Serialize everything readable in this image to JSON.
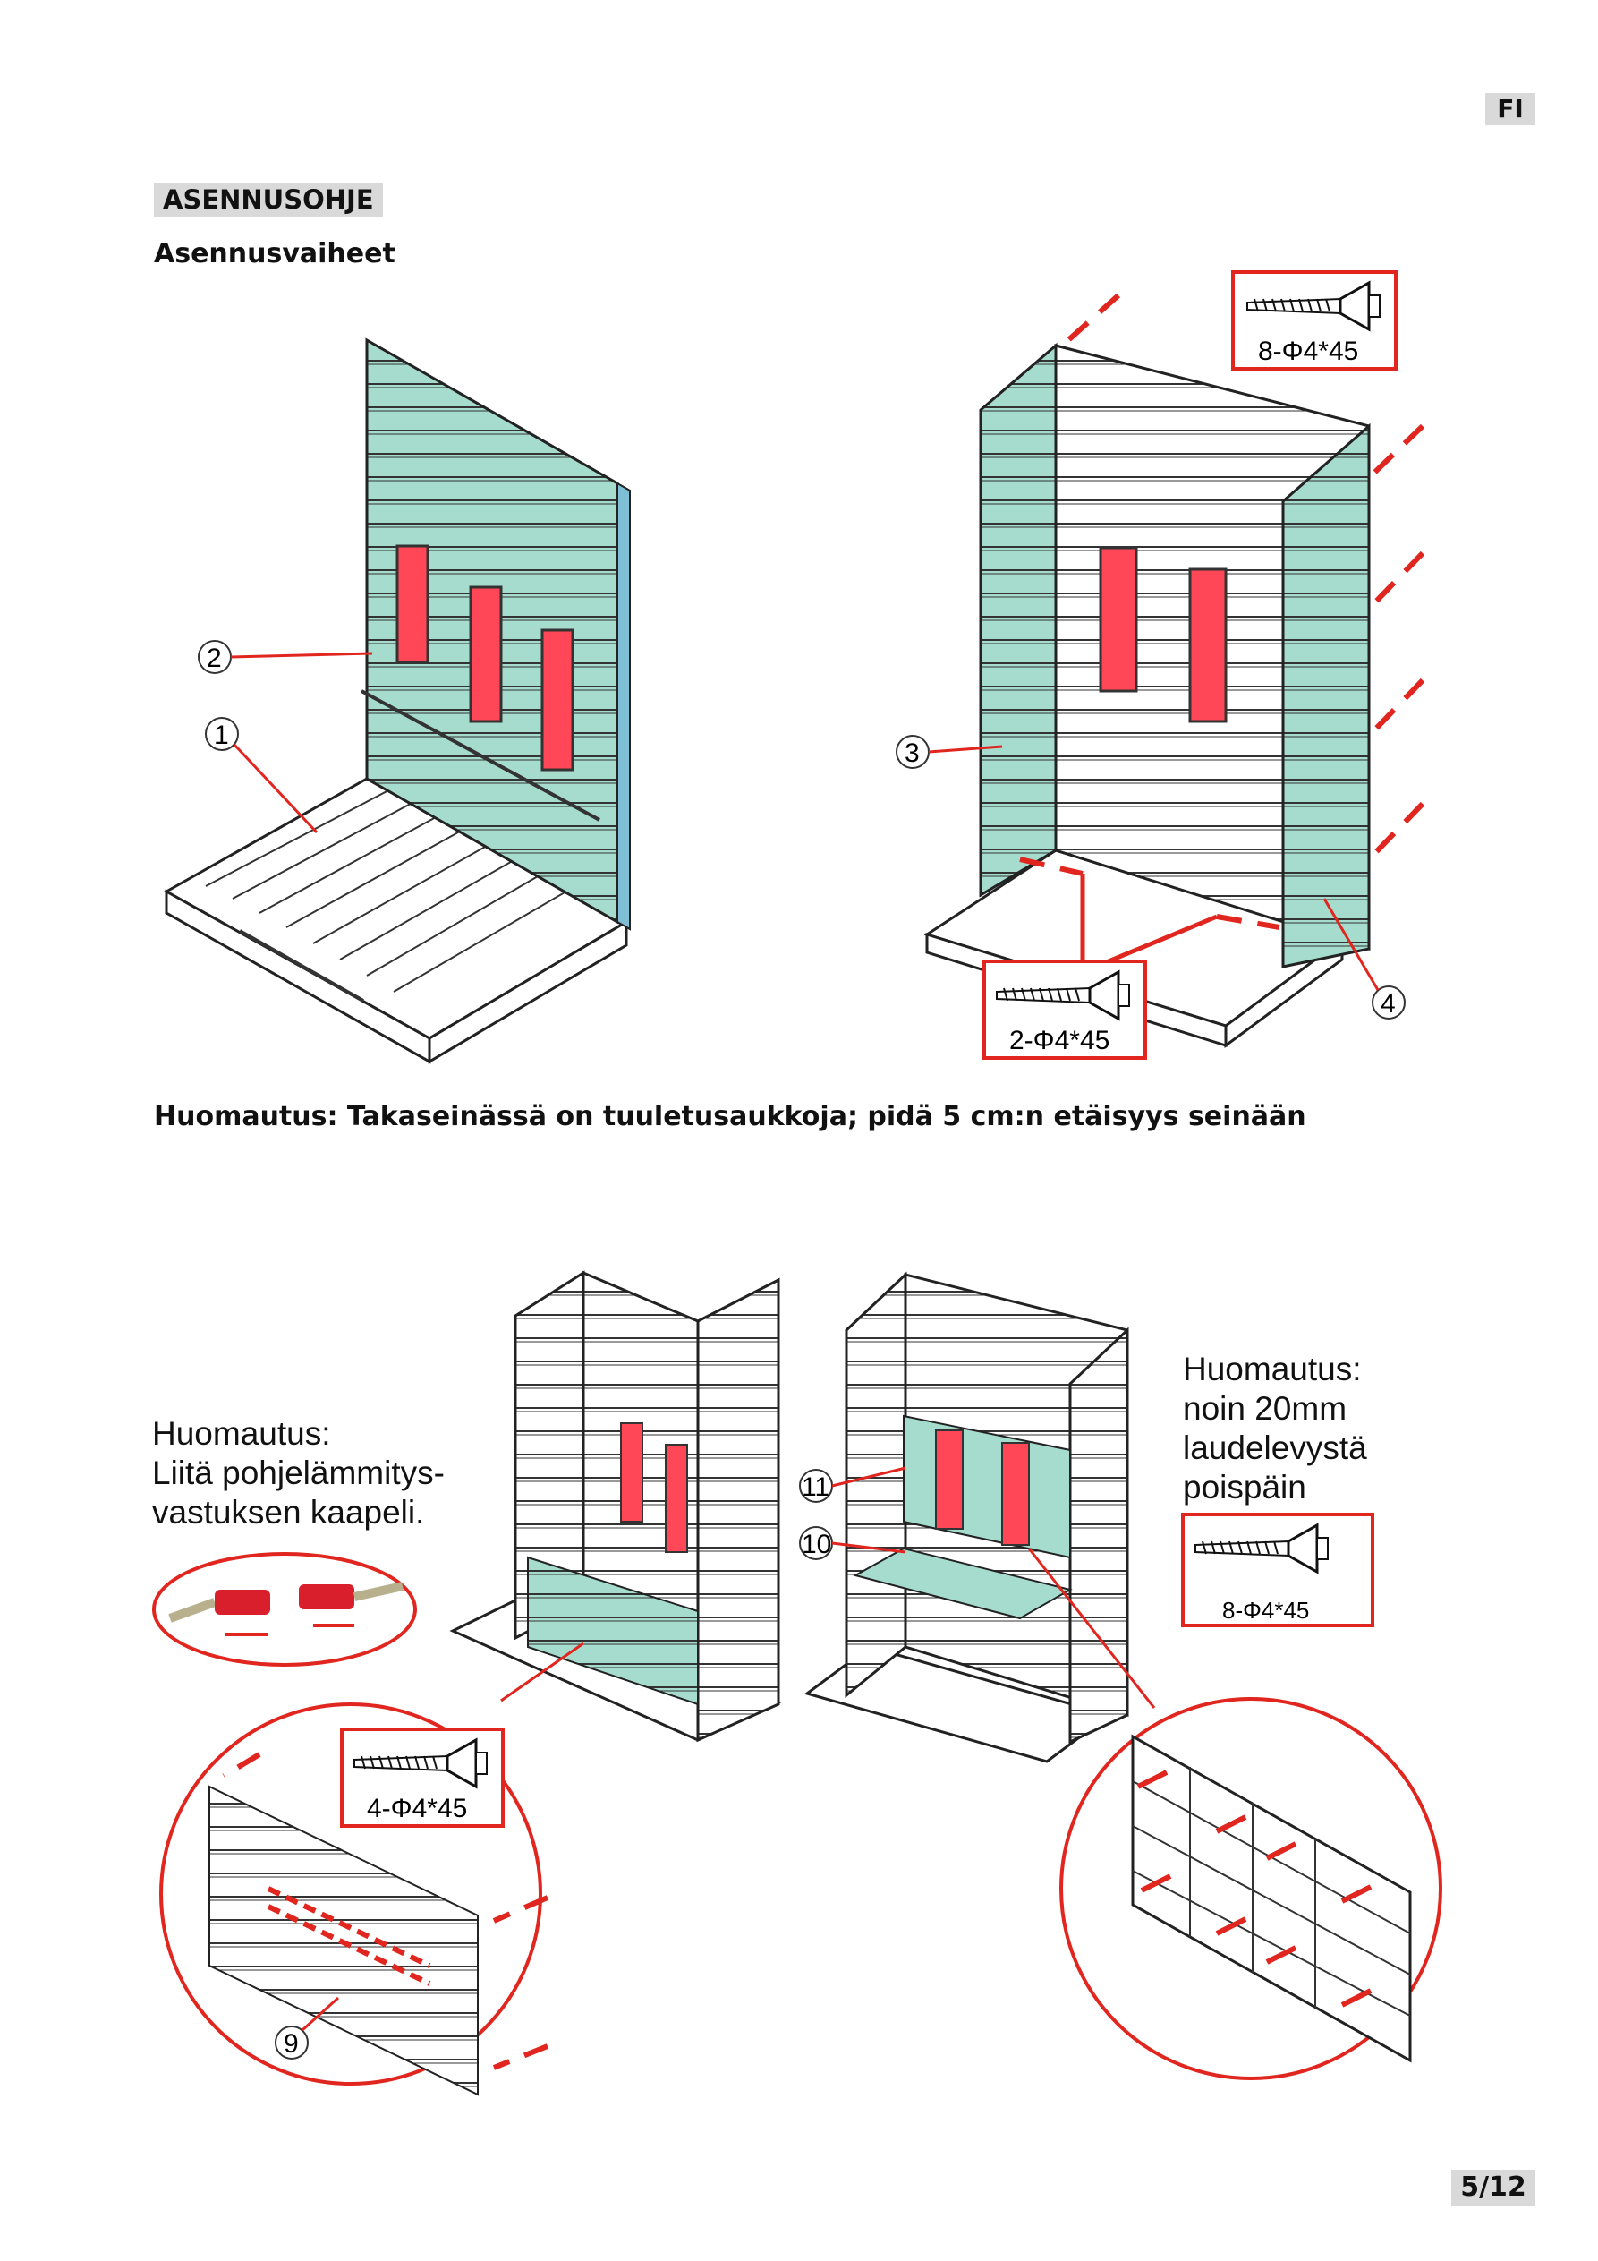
{
  "language_tag": "FI",
  "section_title": "ASENNUSOHJE",
  "subtitle": "Asennusvaiheet",
  "note_main": "Huomautus: Takaseinässä on tuuletusaukkoja; pidä 5 cm:n etäisyys seinään",
  "note_left": {
    "line1": "Huomautus:",
    "line2": "Liitä pohjelämmitys-",
    "line3": "vastuksen kaapeli."
  },
  "note_right": {
    "line1": "Huomautus:",
    "line2": "noin 20mm",
    "line3": "laudelevystä",
    "line4": "poispäin"
  },
  "screw_labels": {
    "top_right": "8-Φ4*45",
    "middle": "2-Φ4*45",
    "bottom_left": "4-Φ4*45",
    "bottom_right": "8-Φ4*45"
  },
  "callouts": {
    "c1": "1",
    "c2": "2",
    "c3": "3",
    "c4": "4",
    "c9": "9",
    "c10": "10",
    "c11": "11"
  },
  "page_number": "5/12",
  "colors": {
    "panel": "#a6dcce",
    "heater": "#ff4757",
    "accent_red": "#e0261e",
    "label_bg": "#d9d9d9"
  }
}
